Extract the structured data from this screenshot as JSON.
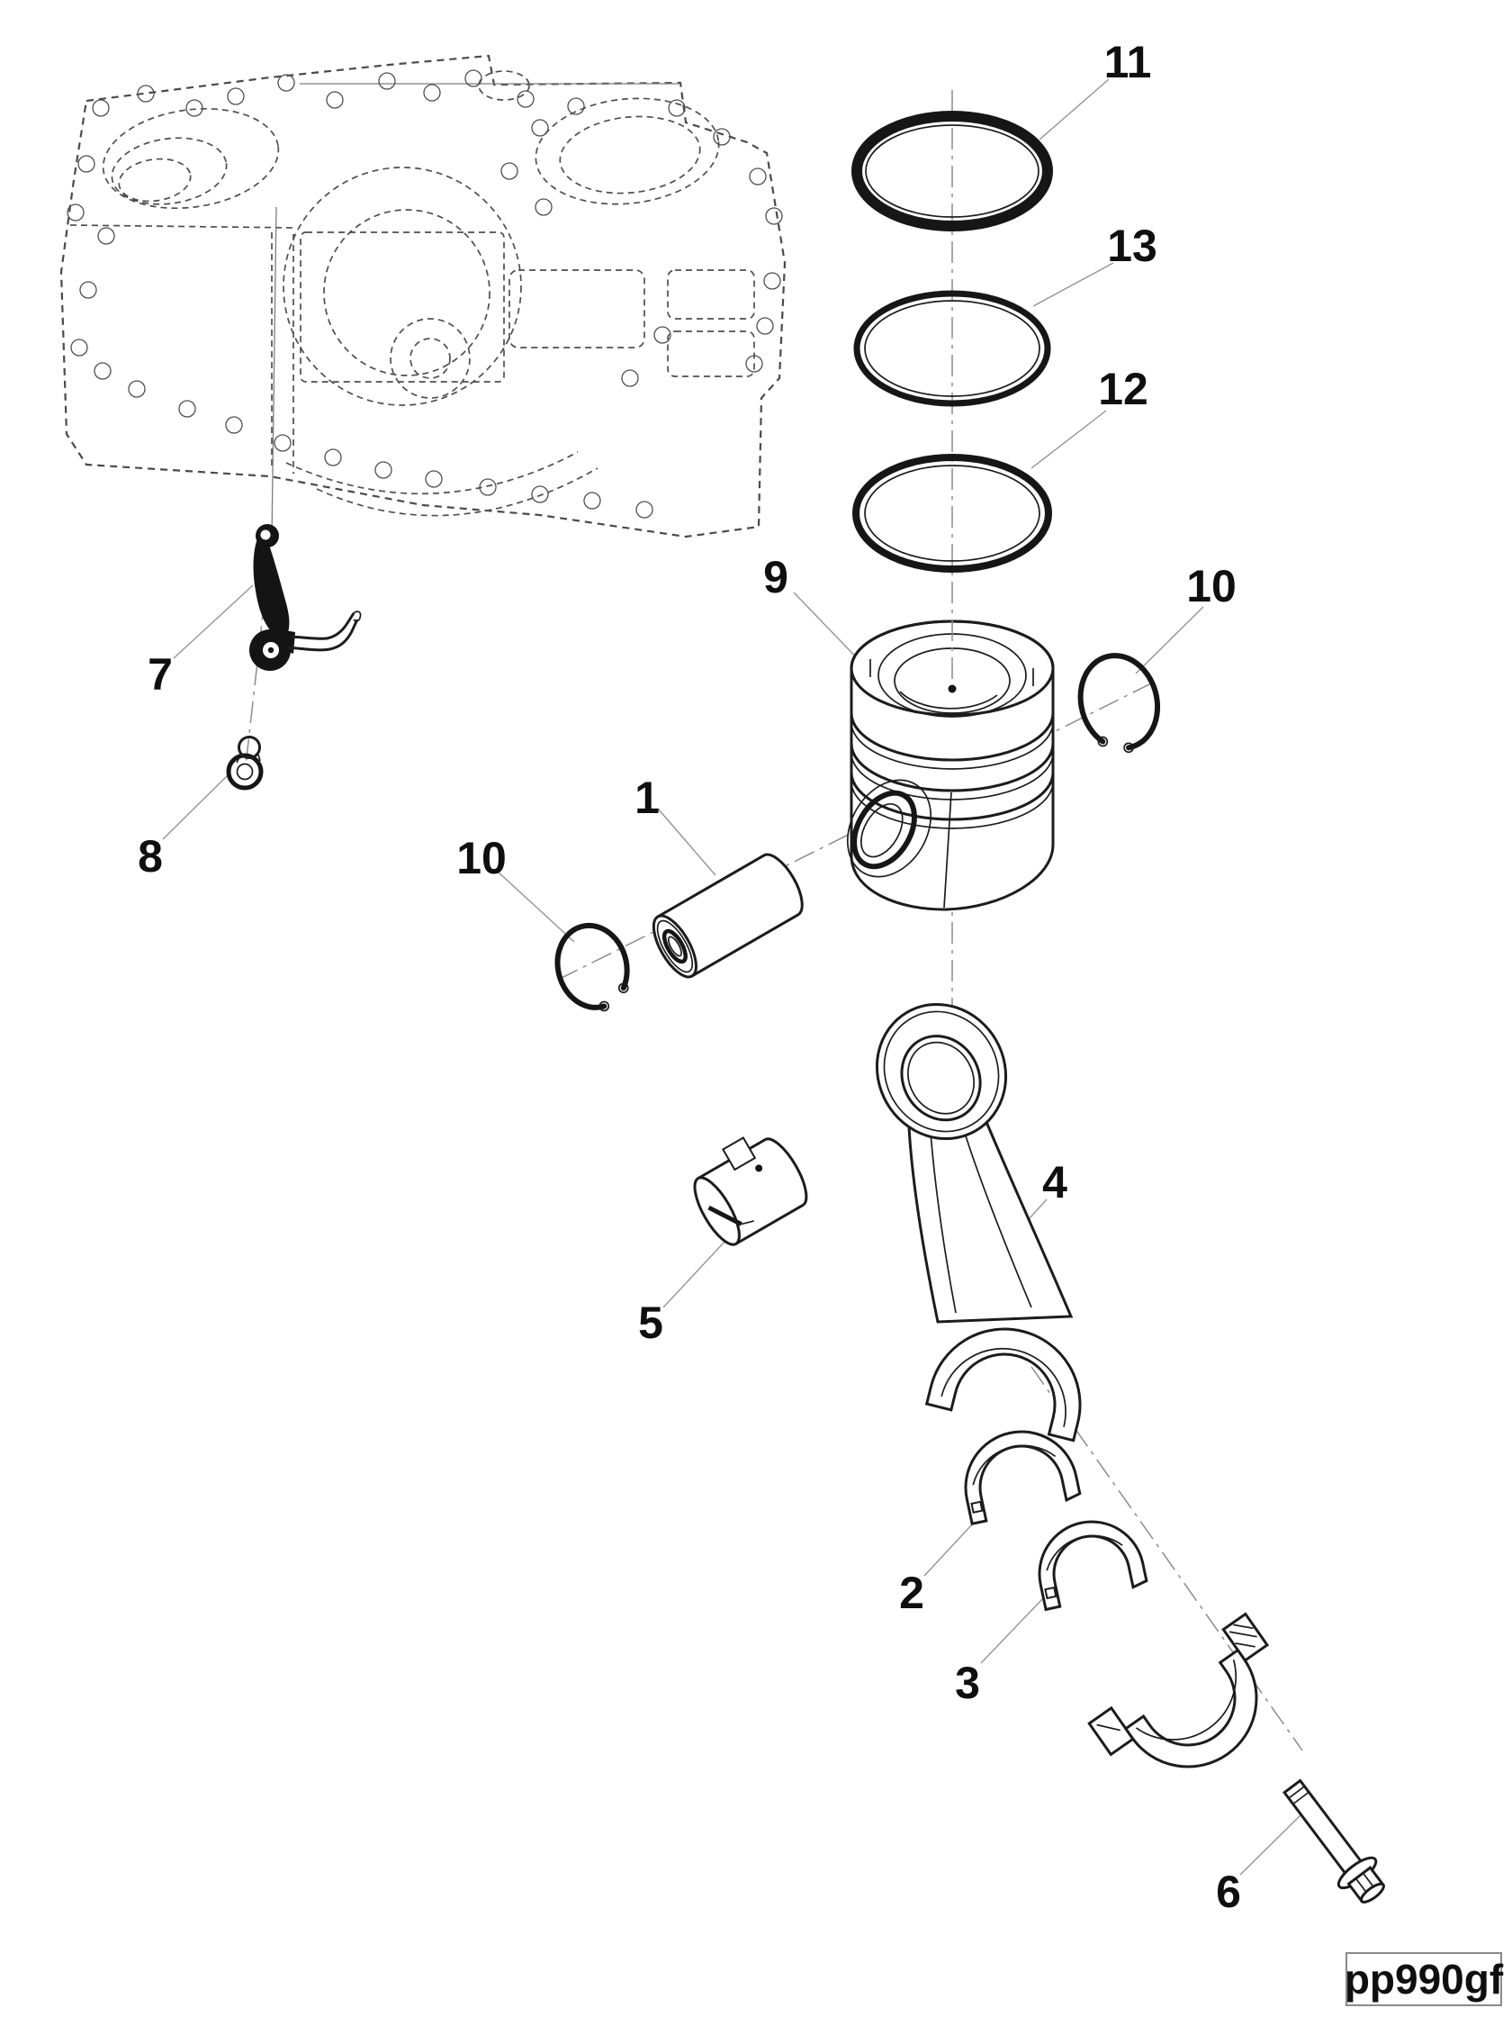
{
  "figure": {
    "code": "pp990gf"
  },
  "callouts": {
    "n1": "1",
    "n2": "2",
    "n3": "3",
    "n4": "4",
    "n5": "5",
    "n6": "6",
    "n7": "7",
    "n8": "8",
    "n9": "9",
    "n10_left": "10",
    "n10_right": "10",
    "n11": "11",
    "n12": "12",
    "n13": "13"
  },
  "colors": {
    "background": "#ffffff",
    "part_line": "#1c1c1c",
    "ghost_line": "#4a4a4a",
    "leader_line": "#949494",
    "centerline": "#8c8c8c",
    "label_text": "#0f0f0f"
  }
}
